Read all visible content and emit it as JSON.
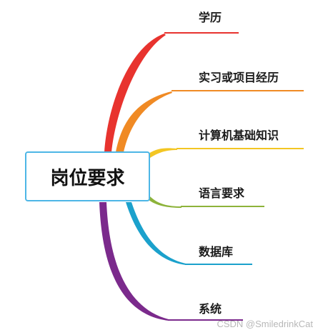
{
  "center": {
    "label": "岗位要求"
  },
  "branches": [
    {
      "label": "学历",
      "color": "#e8332e"
    },
    {
      "label": "实习或项目经历",
      "color": "#f08a24"
    },
    {
      "label": "计算机基础知识",
      "color": "#f3c623"
    },
    {
      "label": "语言要求",
      "color": "#8db33a"
    },
    {
      "label": "数据库",
      "color": "#1ba1cc"
    },
    {
      "label": "系统",
      "color": "#7b2a8c"
    }
  ],
  "watermark": "CSDN @SmiledrinkCat"
}
